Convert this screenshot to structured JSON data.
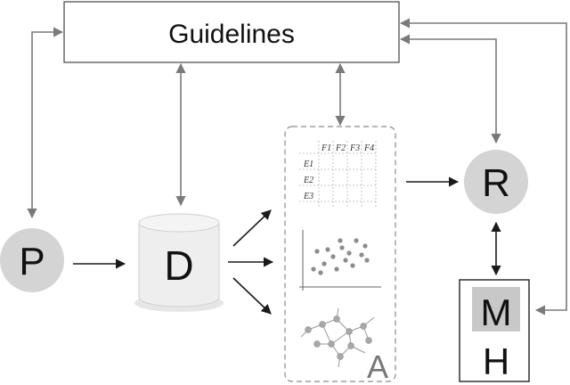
{
  "guidelines": {
    "label": "Guidelines"
  },
  "nodes": {
    "p": {
      "label": "P"
    },
    "d": {
      "label": "D"
    },
    "r": {
      "label": "R"
    },
    "m": {
      "label": "M"
    },
    "h": {
      "label": "H"
    },
    "a": {
      "label": "A"
    }
  },
  "matrix": {
    "columns": [
      "F1",
      "F2",
      "F3",
      "F4"
    ],
    "rows": [
      "E1",
      "E2",
      "E3"
    ]
  },
  "colors": {
    "node_fill": "#d4d4d4",
    "cylinder_fill": "#eeeeee",
    "arrow_dark": "#1a1a1a",
    "arrow_gray": "#7a7a7a",
    "dashed_border": "#8a8a8a",
    "box_border": "#444444",
    "m_fill": "#c8c8c8"
  }
}
